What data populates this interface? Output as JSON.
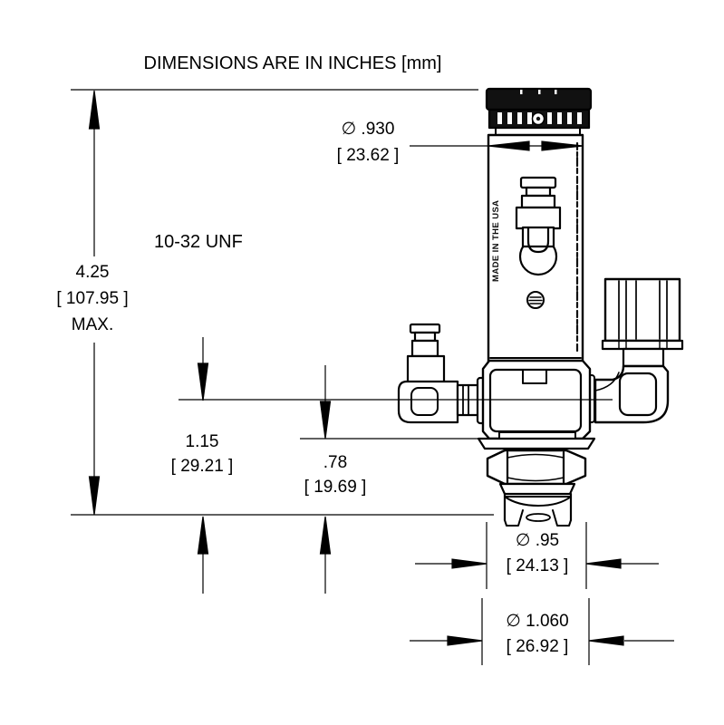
{
  "title": "DIMENSIONS ARE IN INCHES [mm]",
  "labels": {
    "overall_height": {
      "inches": "4.25",
      "mm": "[ 107.95 ]",
      "note": "MAX."
    },
    "thread_spec": "10-32 UNF",
    "cap_diameter": {
      "inches": "∅ .930",
      "mm": "[ 23.62 ]"
    },
    "inlet_center_height": {
      "inches": "1.15",
      "mm": "[ 29.21 ]"
    },
    "outlet_face_height": {
      "inches": ".78",
      "mm": "[ 19.69 ]"
    },
    "nut_diameter": {
      "inches": "∅ .95",
      "mm": "[ 24.13 ]"
    },
    "retainer_diameter": {
      "inches": "∅ 1.060",
      "mm": "[ 26.92 ]"
    },
    "body_marking": "MADE IN THE USA"
  },
  "colors": {
    "line": "#000000",
    "background": "#ffffff",
    "cap_fill": "#111111"
  }
}
